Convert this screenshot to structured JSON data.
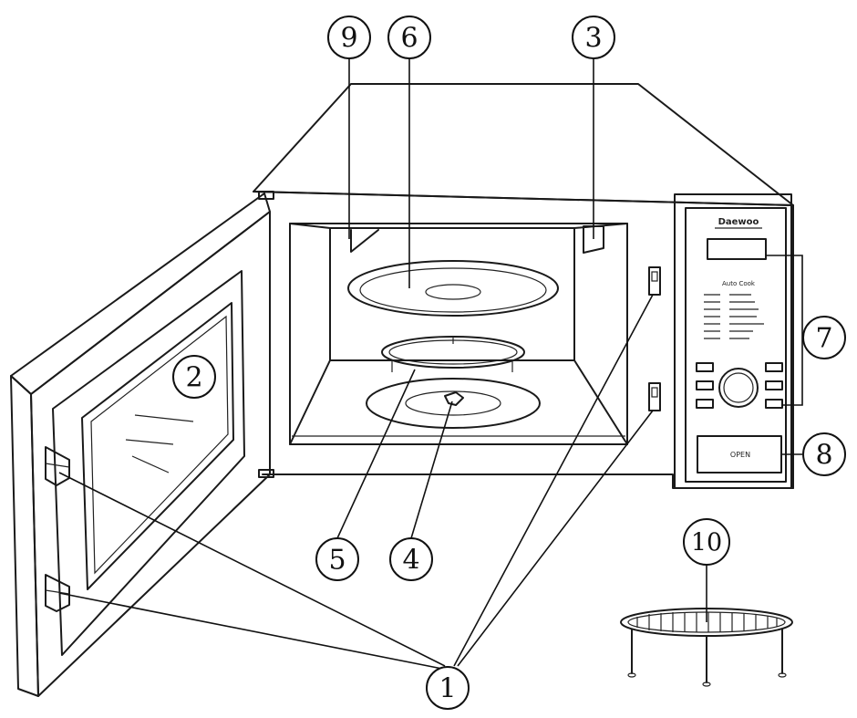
{
  "panel": {
    "brand": "Daewoo",
    "auto_cook_label": "Auto Cook",
    "open_button_label": "OPEN"
  },
  "callouts": [
    {
      "id": "1",
      "label": "1"
    },
    {
      "id": "2",
      "label": "2"
    },
    {
      "id": "3",
      "label": "3"
    },
    {
      "id": "4",
      "label": "4"
    },
    {
      "id": "5",
      "label": "5"
    },
    {
      "id": "6",
      "label": "6"
    },
    {
      "id": "7",
      "label": "7"
    },
    {
      "id": "8",
      "label": "8"
    },
    {
      "id": "9",
      "label": "9"
    },
    {
      "id": "10",
      "label": "10"
    }
  ]
}
